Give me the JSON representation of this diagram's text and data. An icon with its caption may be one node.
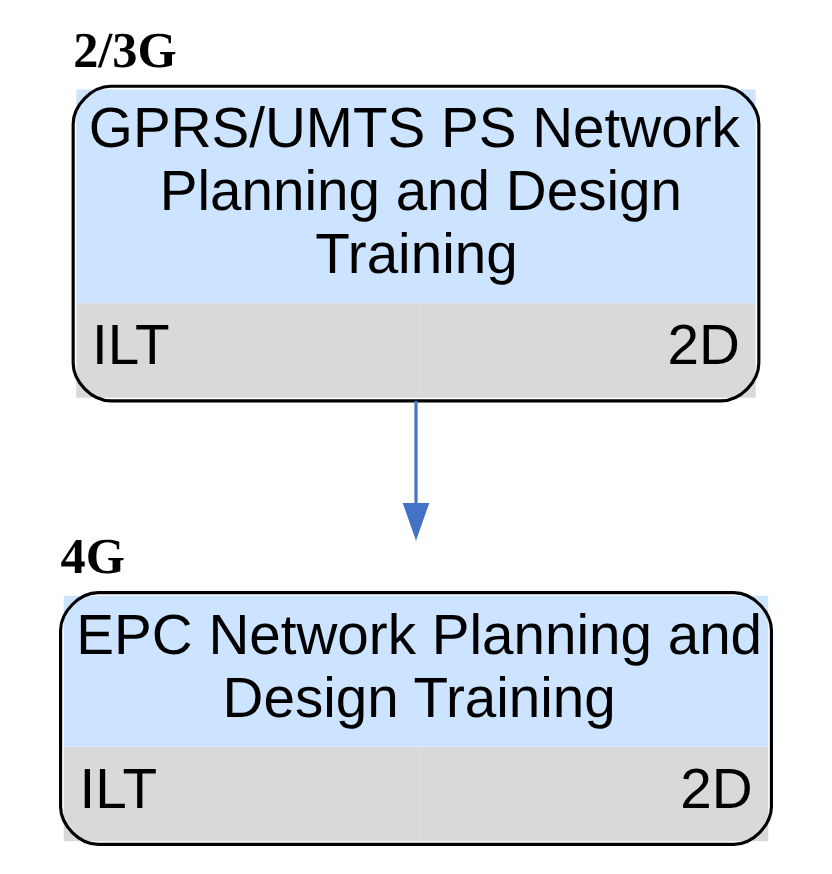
{
  "diagram": {
    "nodes": [
      {
        "text": [
          "GPRS/UMTS PS Network Planning and Design Training",
          "ILT",
          "2D"
        ],
        "beside": [
          "2/3G"
        ]
      },
      {
        "text": [
          "EPC Network Planning and Design Training",
          "ILT",
          "2D"
        ],
        "beside": [
          "4G"
        ]
      }
    ],
    "edges": [
      {
        "from": 0,
        "to": 1,
        "arrow": "to",
        "color": "#4472c4"
      }
    ]
  }
}
